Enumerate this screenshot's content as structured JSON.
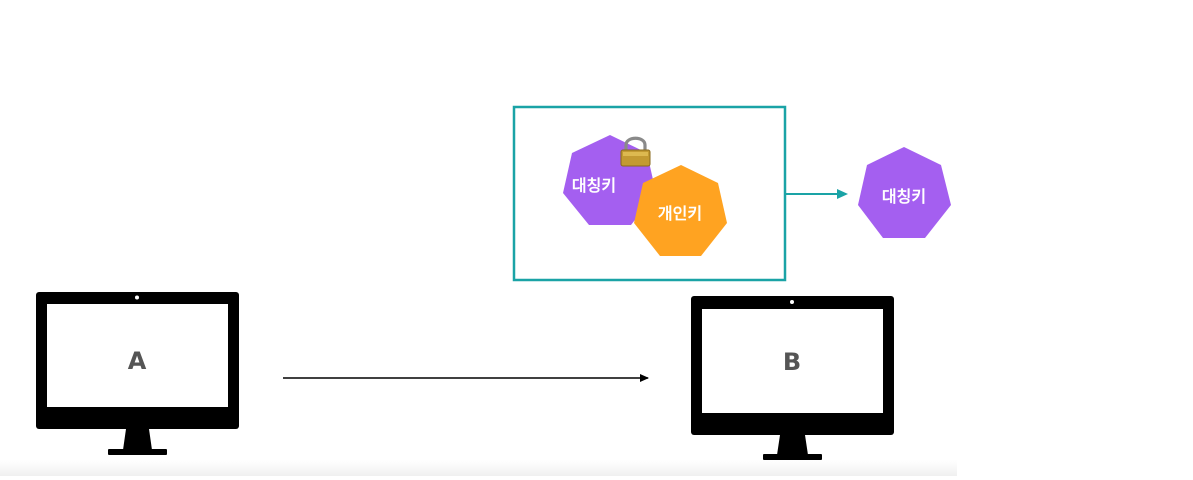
{
  "computers": {
    "a_label": "A",
    "b_label": "B"
  },
  "envelope": {
    "symmetric_key_label": "대칭키",
    "private_key_label": "개인키",
    "lock_icon": "lock-icon"
  },
  "output": {
    "symmetric_key_label": "대칭키"
  },
  "colors": {
    "symmetric_key": "#a45ff0",
    "private_key": "#ffa321",
    "envelope_border": "#1aa3a6",
    "arrow_teal": "#1aa3a6",
    "monitor": "#000000",
    "screen": "#ffffff",
    "monitor_label": "#555555"
  }
}
